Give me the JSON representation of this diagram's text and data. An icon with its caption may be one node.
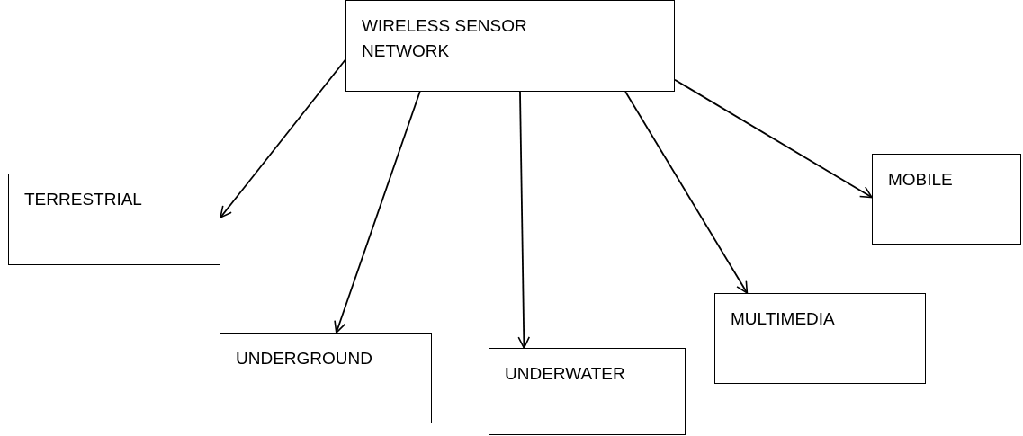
{
  "diagram": {
    "nodes": [
      {
        "text": [
          "WIRELESS SENSOR NETWORK"
        ]
      },
      {
        "text": [
          "TERRESTRIAL"
        ]
      },
      {
        "text": [
          "UNDERGROUND"
        ]
      },
      {
        "text": [
          "UNDERWATER"
        ]
      },
      {
        "text": [
          "MULTIMEDIA"
        ]
      },
      {
        "text": [
          "MOBILE"
        ]
      }
    ],
    "edges": [
      {
        "from": 0,
        "to": 1,
        "arrow": "to"
      },
      {
        "from": 0,
        "to": 2,
        "arrow": "to"
      },
      {
        "from": 0,
        "to": 3,
        "arrow": "to"
      },
      {
        "from": 0,
        "to": 4,
        "arrow": "to"
      },
      {
        "from": 0,
        "to": 5,
        "arrow": "to"
      }
    ]
  }
}
